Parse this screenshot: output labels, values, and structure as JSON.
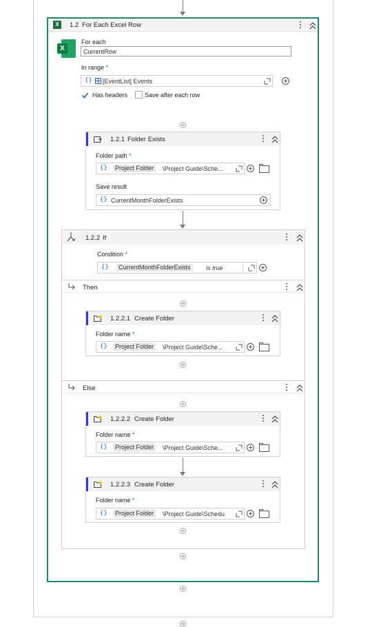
{
  "foreach": {
    "number": "1.2",
    "title": "For Each Excel Row",
    "for_each_label": "For each",
    "for_each_value": "CurrentRow",
    "in_range_label": "In range",
    "required": "*",
    "in_range_value": "[EventList] Events",
    "has_headers_label": "Has headers",
    "save_each_row_label": "Save after each row"
  },
  "folder_exists": {
    "number": "1.2.1",
    "title": "Folder Exists",
    "path_label": "Folder path",
    "path_pill": "Project Folder",
    "path_text": "\\Project Guide\\Sche...",
    "save_label": "Save result",
    "save_value": "CurrentMonthFolderExists"
  },
  "if": {
    "number": "1.2.2",
    "title": "If",
    "condition_label": "Condition",
    "condition_pill": "CurrentMonthFolderExists",
    "condition_suffix": "is true",
    "then_label": "Then",
    "else_label": "Else"
  },
  "create1": {
    "number": "1.2.2.1",
    "title": "Create Folder",
    "name_label": "Folder name",
    "pill": "Project Folder",
    "text": "\\Project Guide\\Sche..."
  },
  "create2": {
    "number": "1.2.2.2",
    "title": "Create Folder",
    "name_label": "Folder name",
    "pill": "Project Folder",
    "text": "\\Project Guide\\Sche..."
  },
  "create3": {
    "number": "1.2.2.3",
    "title": "Create Folder",
    "name_label": "Folder name",
    "pill": "Project Folder",
    "text": "\\Project Guide\\Schedu"
  },
  "colors": {
    "container_border": "#1a8a6a",
    "activity_accent": "#3a3ac8",
    "excel_green": "#1d6f42",
    "required": "#1a7a5a"
  },
  "icons": [
    "excel-icon",
    "folder-exists-icon",
    "if-branch-icon",
    "folder-icon",
    "kebab-icon",
    "collapse-icon",
    "expand-field-icon",
    "add-icon",
    "browse-folder-icon",
    "checkbox-icon",
    "table-icon",
    "branch-arrow-icon"
  ]
}
